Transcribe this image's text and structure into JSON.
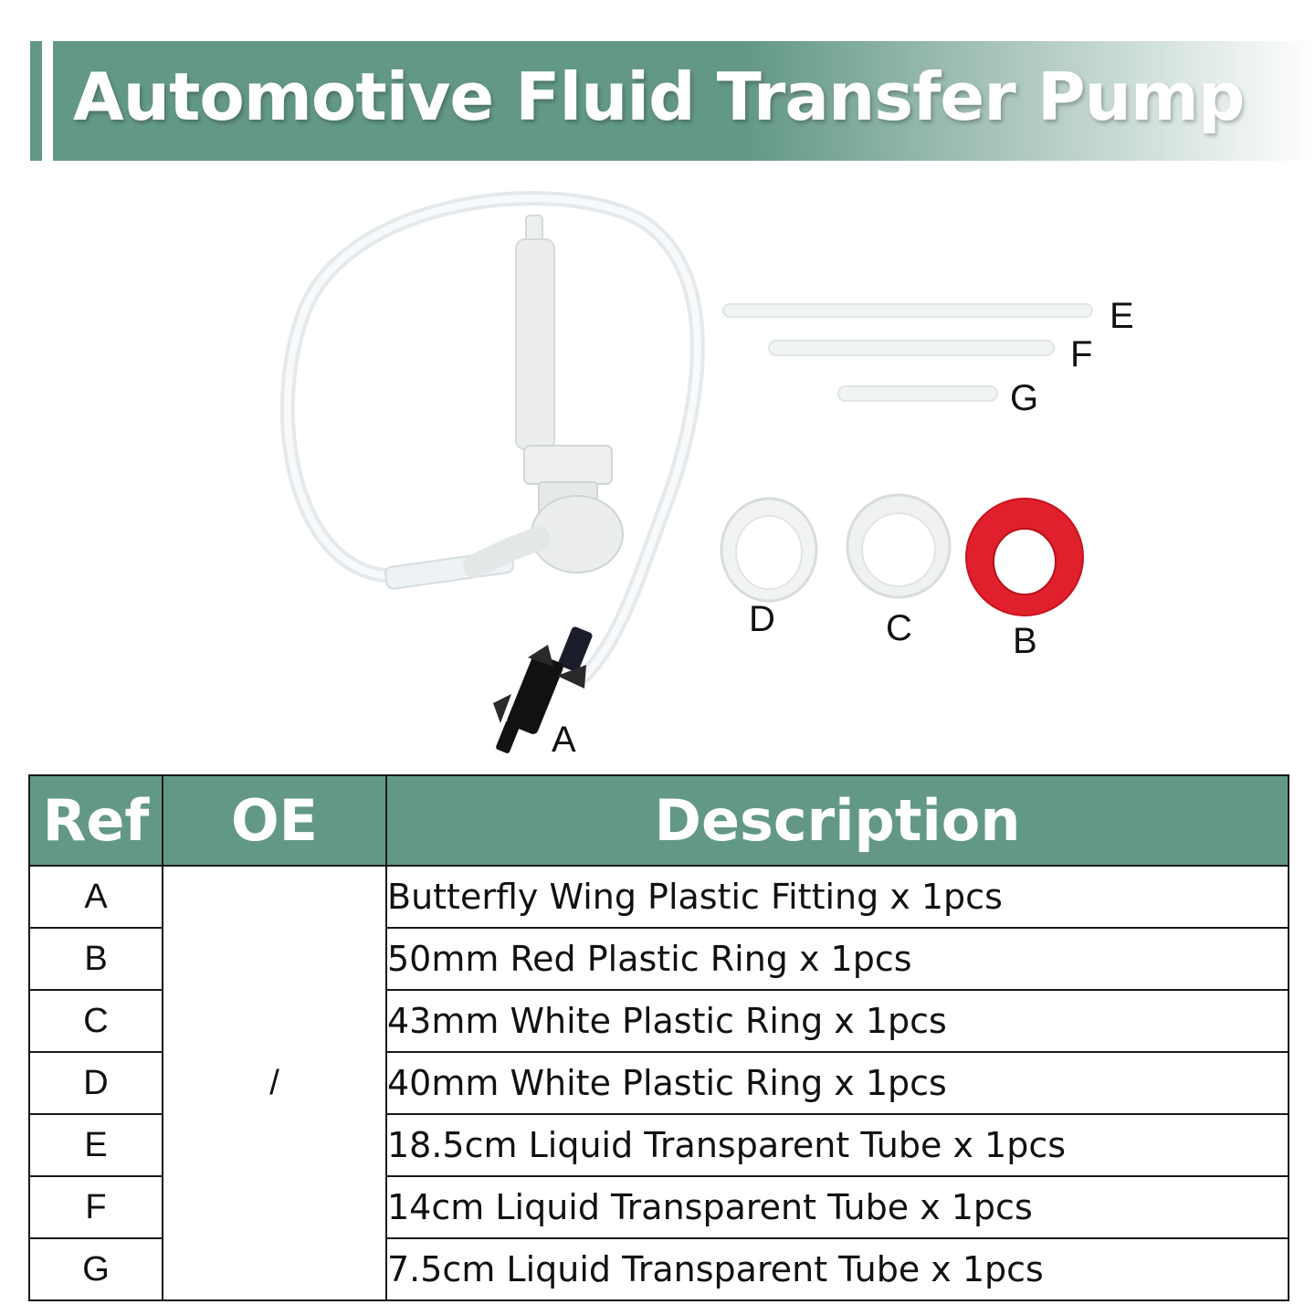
{
  "title": "Automotive Fluid Transfer Pump",
  "labels": {
    "a": "A",
    "b": "B",
    "c": "C",
    "d": "D",
    "e": "E",
    "f": "F",
    "g": "G"
  },
  "table": {
    "headers": {
      "ref": "Ref",
      "oe": "OE",
      "description": "Description"
    },
    "oe_value": "/",
    "rows": [
      {
        "ref": "A",
        "description": "Butterfly Wing Plastic Fitting x 1pcs"
      },
      {
        "ref": "B",
        "description": "50mm Red Plastic Ring x 1pcs"
      },
      {
        "ref": "C",
        "description": "43mm White Plastic Ring x 1pcs"
      },
      {
        "ref": "D",
        "description": "40mm White Plastic Ring x 1pcs"
      },
      {
        "ref": "E",
        "description": "18.5cm Liquid Transparent Tube x 1pcs"
      },
      {
        "ref": "F",
        "description": "14cm Liquid Transparent Tube x 1pcs"
      },
      {
        "ref": "G",
        "description": "7.5cm Liquid Transparent Tube x 1pcs"
      }
    ]
  },
  "colors": {
    "header_green": "#639887",
    "ring_red": "#e0202c"
  }
}
